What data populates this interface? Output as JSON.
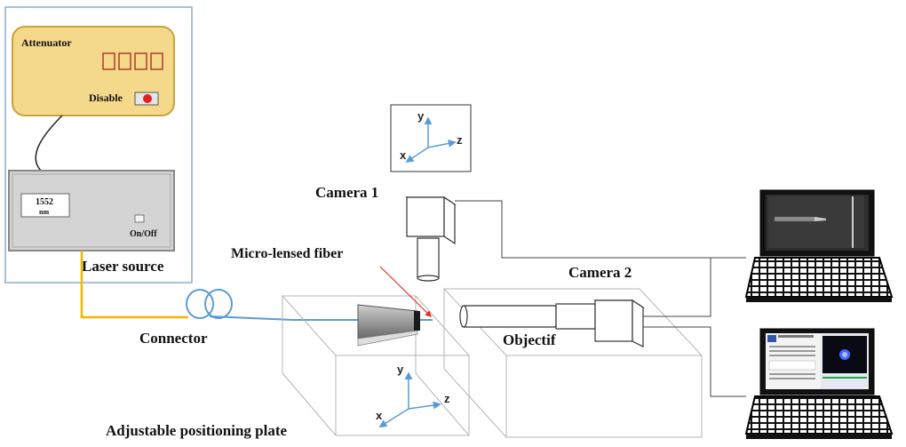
{
  "labels": {
    "attenuator": "Attenuator",
    "disable": "Disable",
    "wavelength": "1552",
    "wavelength_unit": "nm",
    "on_off": "On/Off",
    "laser_source": "Laser source",
    "connector": "Connector",
    "micro_lensed_fiber": "Micro-lensed fiber",
    "camera1": "Camera 1",
    "camera2": "Camera 2",
    "objectif": "Objectif",
    "adjustable_plate": "Adjustable positioning plate"
  },
  "axes": {
    "x": "x",
    "y": "y",
    "z": "z"
  },
  "icons": {
    "attenuator_digits": "seven-segment-display-icon",
    "disable_switch": "red-toggle-switch-icon",
    "fiber_coil": "fiber-loop-icon",
    "laptop": "laptop-icon"
  },
  "colors": {
    "attenuator_fill": "#f5d98a",
    "attenuator_border": "#c9a23a",
    "laser_fill": "#d4d4d4",
    "fiber_blue": "#5b9bd5",
    "fiber_yellow": "#f2b800",
    "pointer_red": "#e03020",
    "axis_blue": "#5b9bd5",
    "screen_dark": "#0a0a14",
    "spot_blue": "#4466ff"
  }
}
